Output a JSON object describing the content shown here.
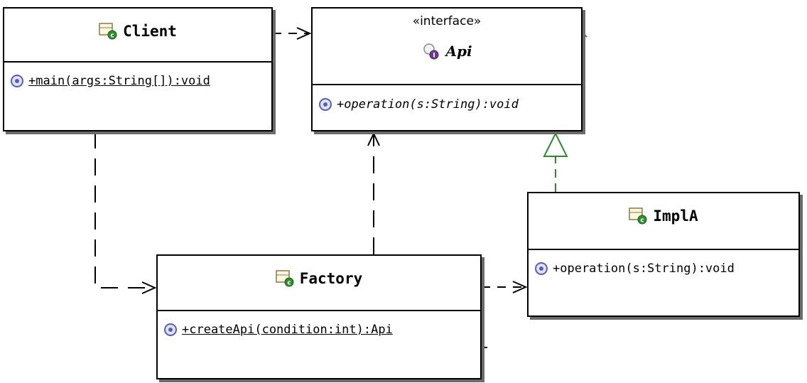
{
  "classes": {
    "client": {
      "name": "Client",
      "operation": "+main(args:String[]):void"
    },
    "api": {
      "stereotype": "«interface»",
      "name": "Api",
      "operation": "+operation(s:String):void"
    },
    "factory": {
      "name": "Factory",
      "operation": "+createApi(condition:int):Api"
    },
    "impl_a": {
      "name": "ImplA",
      "operation": "+operation(s:String):void"
    }
  },
  "icons": {
    "class": "class-icon",
    "interface": "interface-icon",
    "method": "public-method-icon"
  },
  "colors": {
    "line": "#000000",
    "realization": "#2e8b2e",
    "shadow": "#6b6b6b",
    "method_icon": "#5b5fb3",
    "class_badge": "#2e8b2e",
    "interface_badge": "#6a3d8f"
  }
}
